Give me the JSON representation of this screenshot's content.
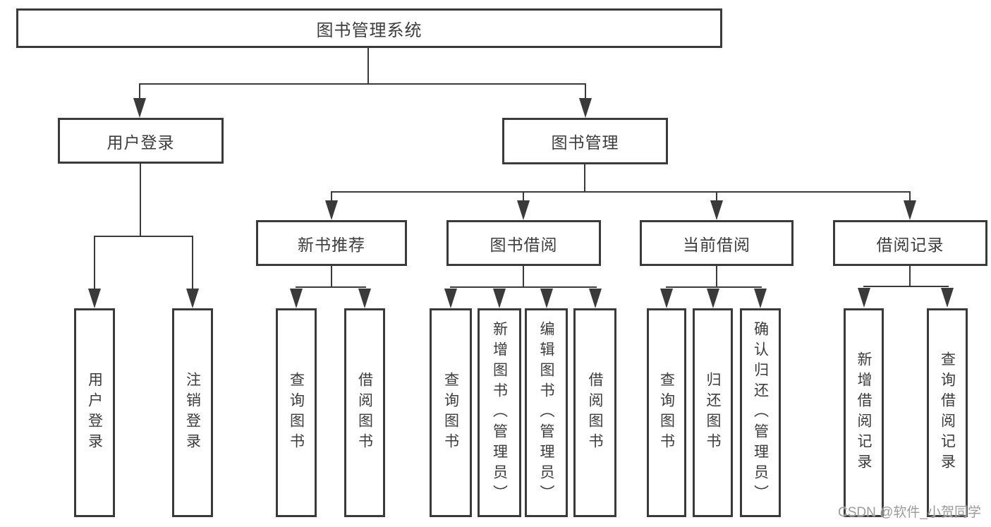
{
  "diagram": {
    "root": {
      "label": "图书管理系统"
    },
    "user_login": {
      "label": "用户登录",
      "children": {
        "login": "用户登录",
        "logout": "注销登录"
      }
    },
    "book_mgmt": {
      "label": "图书管理",
      "new_book_rec": {
        "label": "新书推荐",
        "children": {
          "query_books": "查询图书",
          "borrow_books": "借阅图书"
        }
      },
      "book_borrow": {
        "label": "图书借阅",
        "children": {
          "query_books": "查询图书",
          "add_books_admin": "新增图书（管理员）",
          "edit_books_admin": "编辑图书（管理员）",
          "borrow_books": "借阅图书"
        }
      },
      "current_borrow": {
        "label": "当前借阅",
        "children": {
          "query_books": "查询图书",
          "return_books": "归还图书",
          "confirm_return_admin": "确认归还（管理员）"
        }
      },
      "borrow_records": {
        "label": "借阅记录",
        "children": {
          "add_borrow_record": "新增借阅记录",
          "query_borrow_record": "查询借阅记录"
        }
      }
    }
  },
  "watermark": {
    "text": "CSDN @软件_小贺同学"
  }
}
